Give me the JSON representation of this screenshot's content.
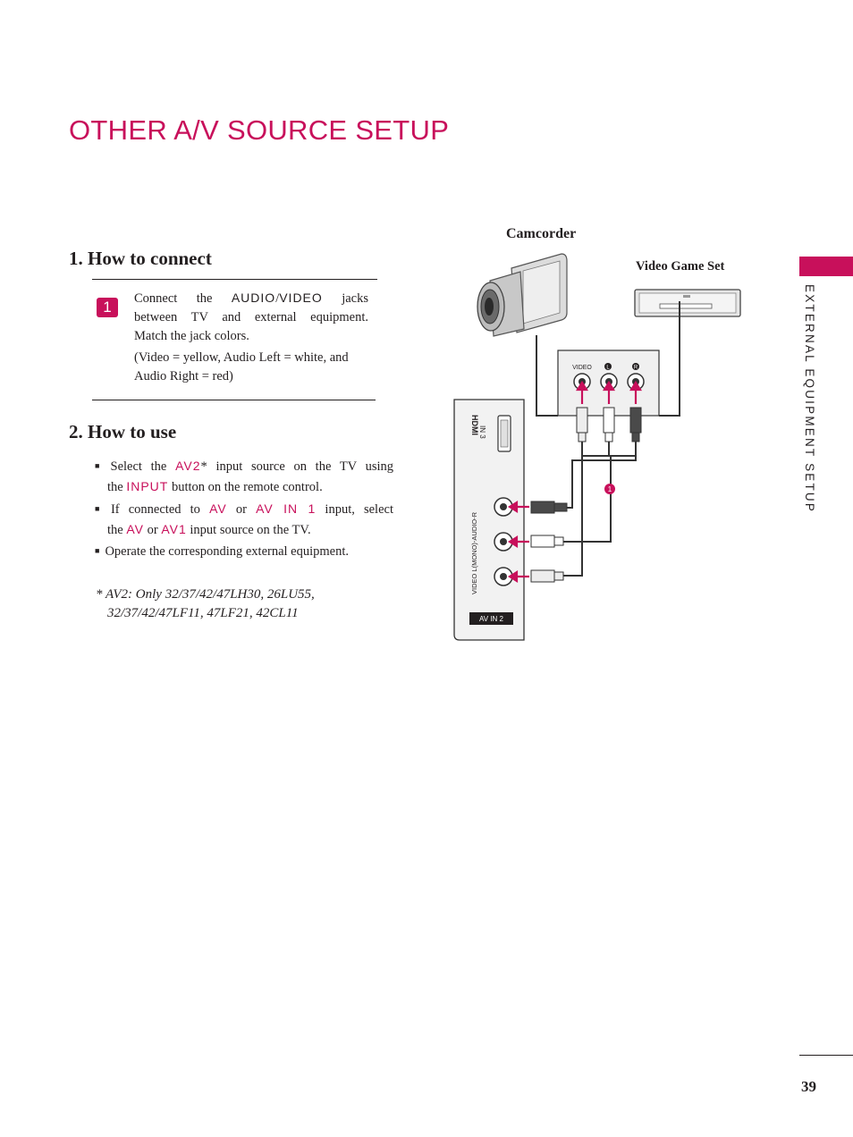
{
  "page_title": "OTHER A/V SOURCE SETUP",
  "section1": {
    "heading": "1. How to connect",
    "step_number": "1",
    "connect_pre": "Connect the ",
    "audio_label": "AUDIO",
    "slash": "/",
    "video_label": "VIDEO",
    "connect_post": " jacks",
    "line2": "between TV and external equipment.",
    "line3": "Match the jack colors.",
    "color_note_line1": "(Video = yellow, Audio Left = white, and",
    "color_note_line2": "Audio Right = red)"
  },
  "section2": {
    "heading": "2. How to use",
    "bullet1_pre": "Select the ",
    "bullet1_kw": "AV2",
    "bullet1_post": "* input source on the TV using",
    "bullet1_l2_pre": "the ",
    "bullet1_l2_kw": "INPUT",
    "bullet1_l2_post": " button on the remote control.",
    "bullet2_pre": "If connected to ",
    "bullet2_kw1": "AV",
    "bullet2_or": " or ",
    "bullet2_kw2": "AV IN 1",
    "bullet2_post": " input, select",
    "bullet2_l2_pre": "the ",
    "bullet2_l2_kw1": "AV",
    "bullet2_l2_or": " or ",
    "bullet2_l2_kw2": "AV1",
    "bullet2_l2_post": " input source on the TV.",
    "bullet3": "Operate the corresponding external equipment.",
    "bullet_symbol": "■"
  },
  "footnote_line1": "* AV2: Only 32/37/42/47LH30, 26LU55,",
  "footnote_line2": "32/37/42/47LF11, 47LF21, 42CL11",
  "diagram": {
    "camcorder_label": "Camcorder",
    "game_label": "Video Game Set",
    "device_jacks": {
      "video": "VIDEO",
      "left": "L",
      "right": "R"
    },
    "tv_panel": {
      "hdmi_logo": "HDMI",
      "hdmi_in": "IN 3",
      "audio_label": "VIDEO  L(MONO)-AUDIO-R",
      "av_in_label": "AV IN 2"
    },
    "connection_marker": "1"
  },
  "side_tab_text": "EXTERNAL EQUIPMENT SETUP",
  "page_number": "39",
  "colors": {
    "accent": "#c8105b",
    "text": "#231f20"
  }
}
